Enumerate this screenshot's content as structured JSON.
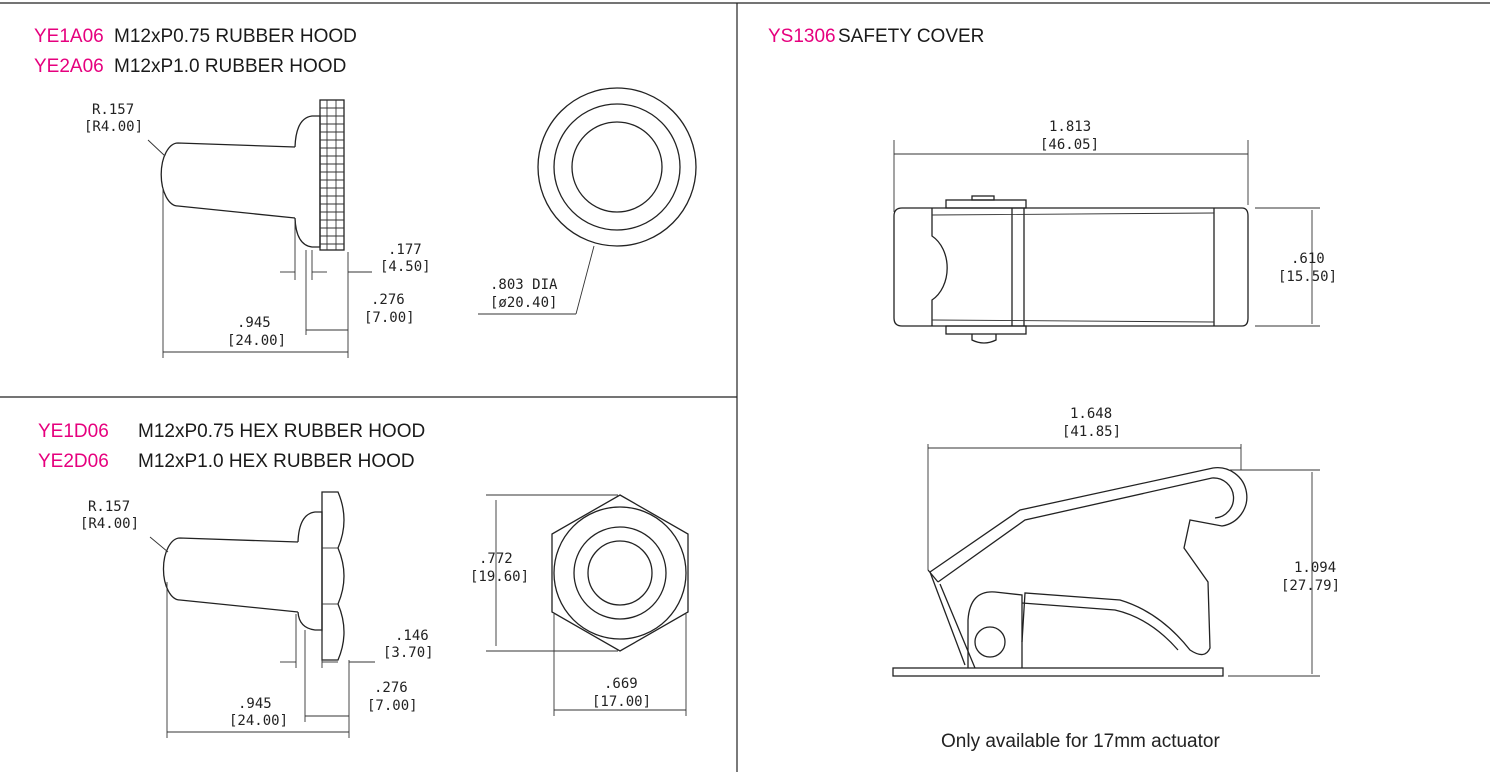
{
  "colors": {
    "code": "#e6007e",
    "text": "#1a1a1a",
    "line": "#222222"
  },
  "panel_top_left": {
    "items": [
      {
        "code": "YE1A06",
        "desc": "M12xP0.75 RUBBER HOOD"
      },
      {
        "code": "YE2A06",
        "desc": "M12xP1.0 RUBBER HOOD"
      }
    ],
    "dims": {
      "radius_in": "R.157",
      "radius_mm": "[R4.00]",
      "a_in": ".177",
      "a_mm": "[4.50]",
      "b_in": ".276",
      "b_mm": "[7.00]",
      "len_in": ".945",
      "len_mm": "[24.00]",
      "dia_in": ".803 DIA",
      "dia_mm": "[ø20.40]"
    }
  },
  "panel_bottom_left": {
    "items": [
      {
        "code": "YE1D06",
        "desc": "M12xP0.75 HEX RUBBER HOOD"
      },
      {
        "code": "YE2D06",
        "desc": "M12xP1.0 HEX RUBBER HOOD"
      }
    ],
    "dims": {
      "radius_in": "R.157",
      "radius_mm": "[R4.00]",
      "a_in": ".146",
      "a_mm": "[3.70]",
      "b_in": ".276",
      "b_mm": "[7.00]",
      "len_in": ".945",
      "len_mm": "[24.00]",
      "height_in": ".772",
      "height_mm": "[19.60]",
      "flats_in": ".669",
      "flats_mm": "[17.00]"
    }
  },
  "panel_right": {
    "item": {
      "code": "YS1306",
      "desc": "SAFETY COVER"
    },
    "dims": {
      "top_w_in": "1.813",
      "top_w_mm": "[46.05]",
      "top_h_in": ".610",
      "top_h_mm": "[15.50]",
      "side_w_in": "1.648",
      "side_w_mm": "[41.85]",
      "side_h_in": "1.094",
      "side_h_mm": "[27.79]"
    },
    "note": "Only available for 17mm actuator"
  }
}
